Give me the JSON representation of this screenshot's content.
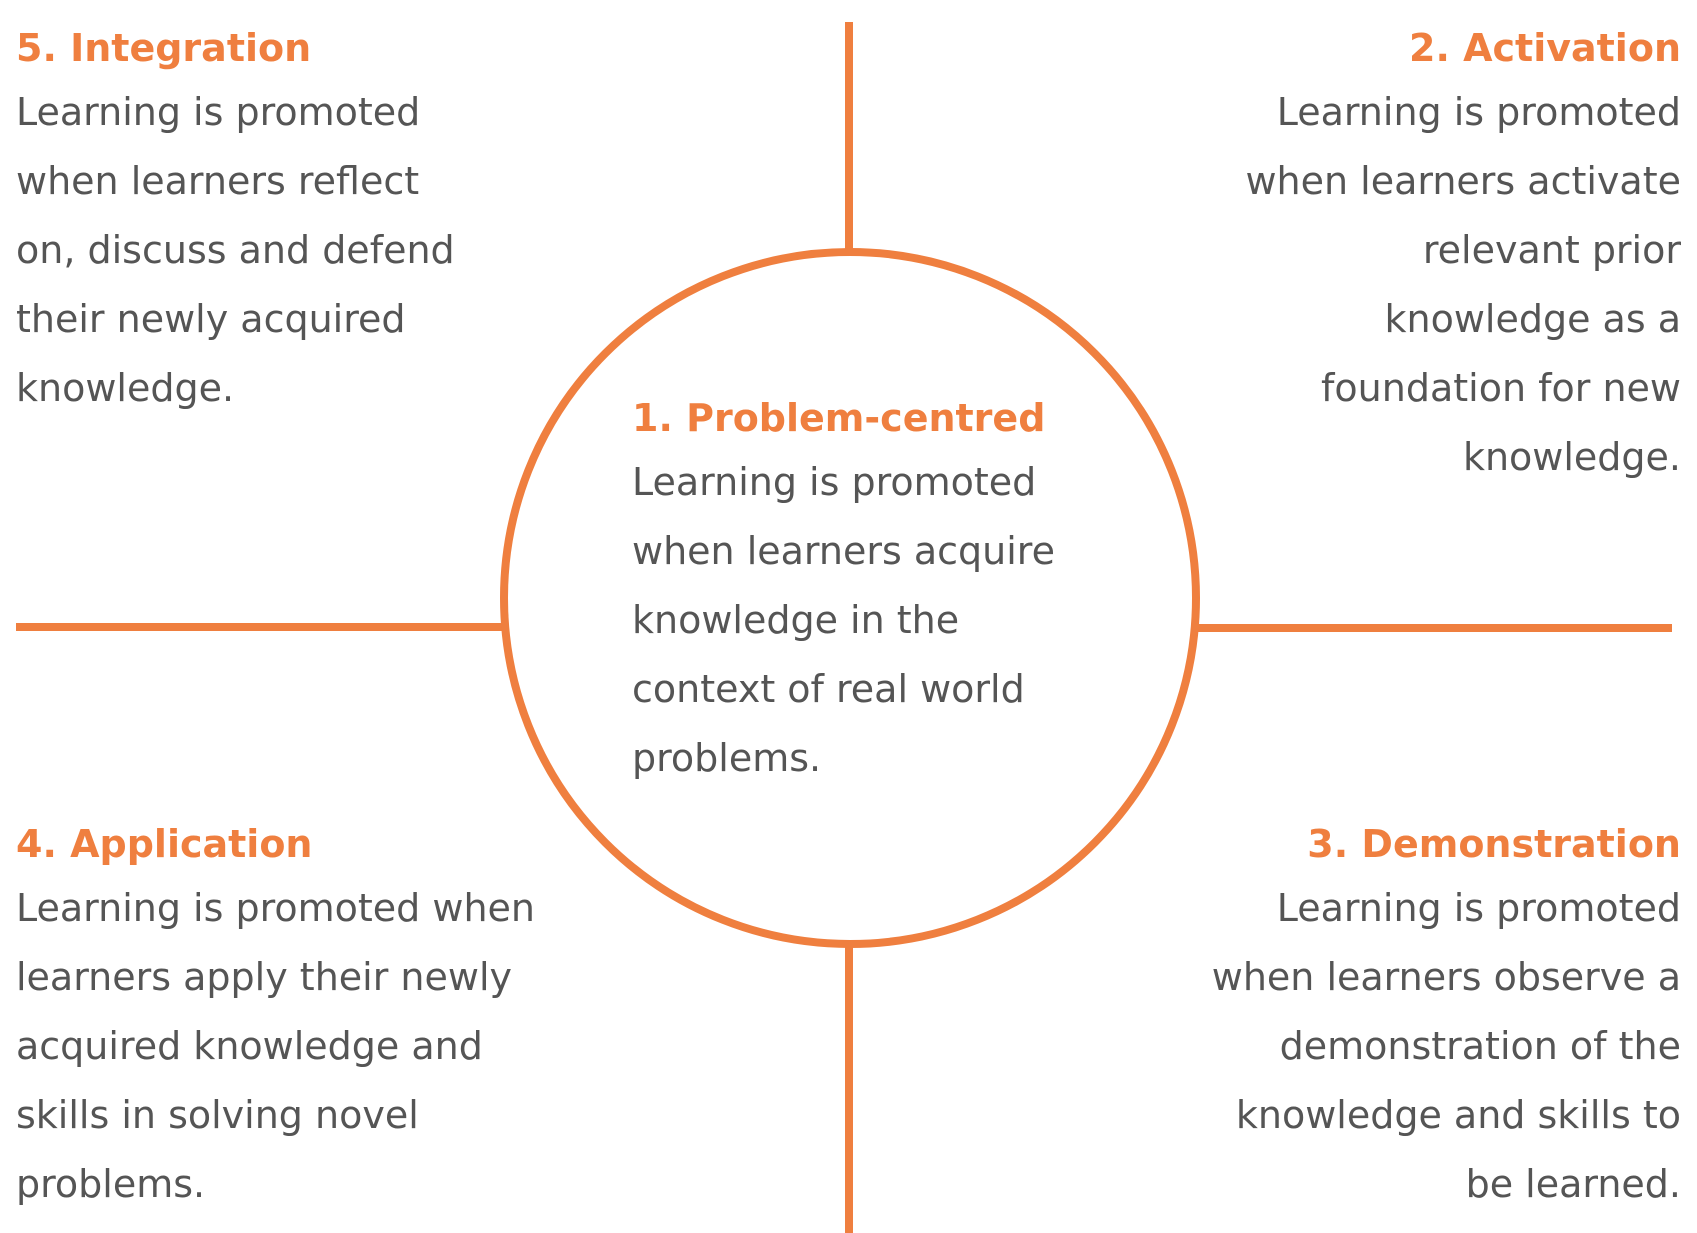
{
  "colors": {
    "accent": "#ef7f3f",
    "text": "#555555",
    "background": "#ffffff"
  },
  "center": {
    "title": "1. Problem-centred",
    "text": "Learning is promoted\nwhen learners acquire\nknowledge in the\ncontext of real world\nproblems."
  },
  "top_right": {
    "title": "2. Activation",
    "text": "Learning is promoted\nwhen learners activate\nrelevant prior\nknowledge as a\nfoundation for new\nknowledge."
  },
  "bottom_right": {
    "title": "3. Demonstration",
    "text": "Learning is promoted\nwhen learners observe a\ndemonstration of the\nknowledge and skills to\nbe learned."
  },
  "bottom_left": {
    "title": "4. Application",
    "text": "Learning is promoted when\nlearners apply their newly\nacquired knowledge and\nskills in solving novel\nproblems."
  },
  "top_left": {
    "title": "5. Integration",
    "text": "Learning is promoted\nwhen learners reflect\non, discuss and defend\ntheir newly acquired\nknowledge."
  }
}
